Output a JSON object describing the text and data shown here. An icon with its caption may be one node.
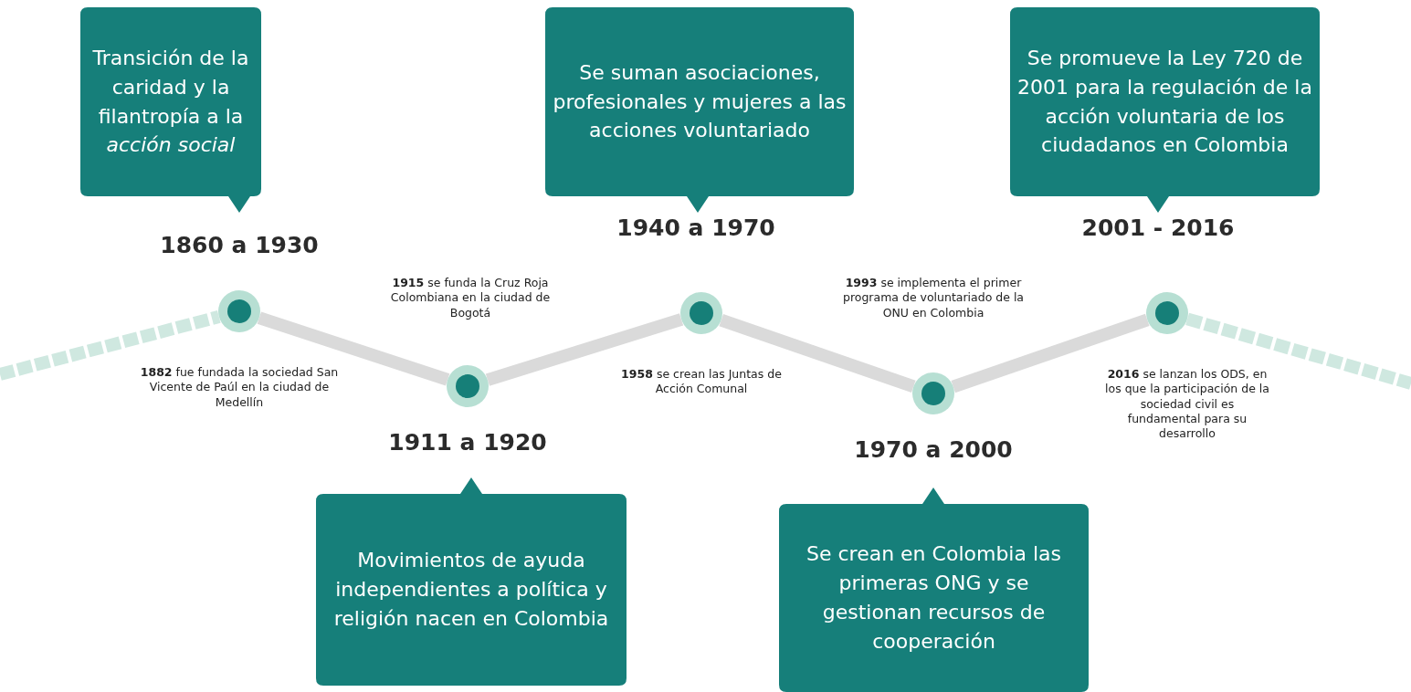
{
  "diagram": {
    "nodes": [
      {
        "text": [
          "Transición de la caridad y la filantropía a la *acción social*"
        ]
      },
      {
        "text": [],
        "shape": "circle"
      },
      {
        "text": [
          "Movimientos de ayuda independientes a política y religión nacen en Colombia"
        ]
      },
      {
        "text": [],
        "shape": "circle"
      },
      {
        "text": [
          "Se suman asociaciones, profesionales y mujeres a las acciones voluntariado"
        ]
      },
      {
        "text": [],
        "shape": "circle"
      },
      {
        "text": [
          "Se crean en Colombia las primeras ONG y se gestionan recursos de cooperación"
        ]
      },
      {
        "text": [],
        "shape": "circle"
      },
      {
        "text": [
          "Se promueve la Ley 720 de 2001 para la regulación de la acción voluntaria de los ciudadanos en Colombia"
        ]
      },
      {
        "text": [],
        "shape": "circle"
      }
    ],
    "edges": [
      {
        "from": null,
        "to": 1,
        "arrow": "none",
        "style": "dashed"
      },
      {
        "from": 1,
        "to": 3,
        "arrow": "none"
      },
      {
        "from": 3,
        "to": 5,
        "arrow": "none"
      },
      {
        "from": 5,
        "to": 7,
        "arrow": "none"
      },
      {
        "from": 7,
        "to": 9,
        "arrow": "none"
      },
      {
        "from": 9,
        "to": null,
        "arrow": "none",
        "style": "dashed"
      }
    ],
    "labels": [
      "1860 a 1930",
      "**1882** fue fundada la sociedad San Vicente de Paúl en la ciudad de Medellín",
      "1911 a 1920",
      "**1915** se funda la Cruz Roja Colombiana en la ciudad de Bogotá",
      "1940 a 1970",
      "**1958** se  crean las Juntas de Acción Comunal",
      "1970 a 2000",
      "**1993** se implementa el primer programa de voluntariado de la ONU en Colombia",
      "2001 - 2016",
      "**2016** se lanzan los ODS,  en los que la participación de la sociedad civil es fundamental para su desarrollo"
    ]
  }
}
